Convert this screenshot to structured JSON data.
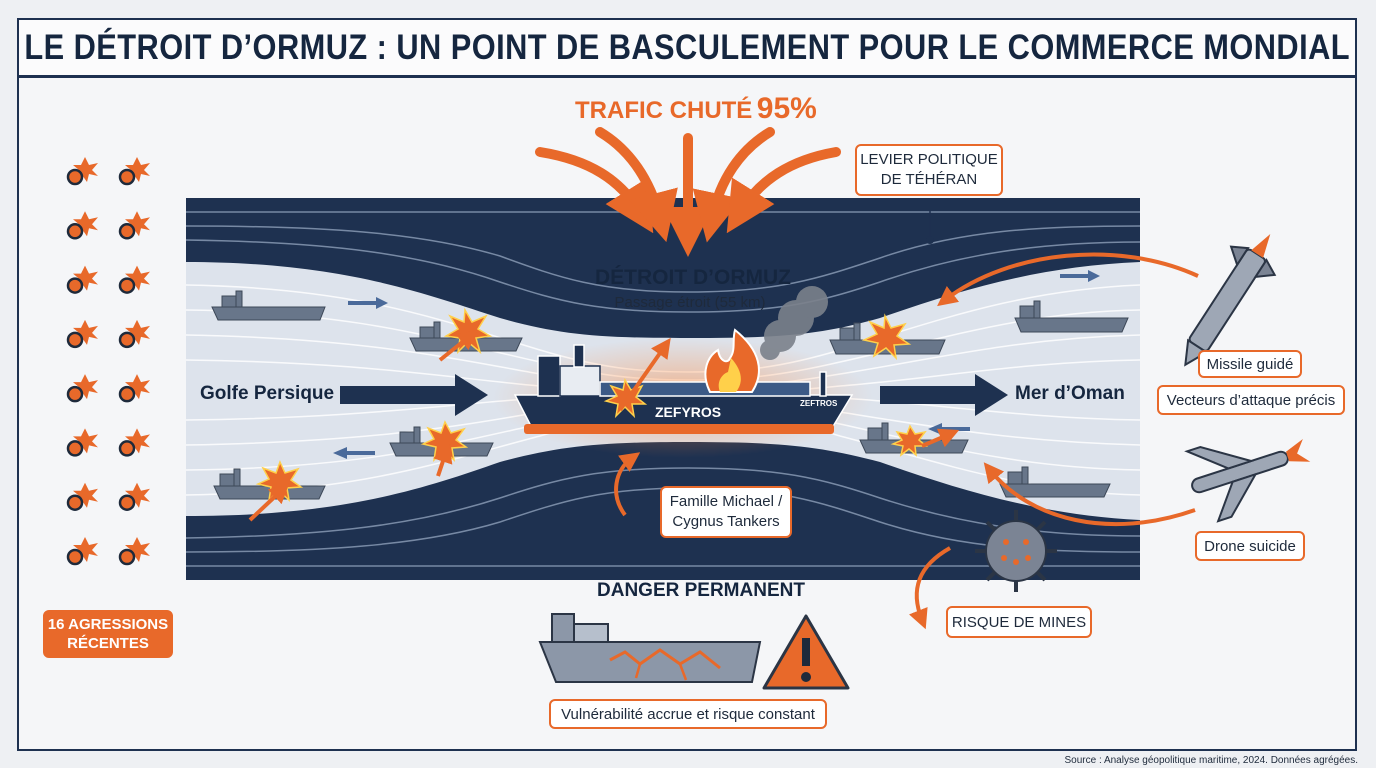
{
  "title": "LE DÉTROIT D’ORMUZ : UN POINT DE BASCULEMENT POUR LE COMMERCE MONDIAL",
  "traffic": {
    "prefix": "TRAFIC CHUTÉ",
    "value": "95%"
  },
  "strait": {
    "name": "DÉTROIT D’ORMUZ",
    "sub": "Passage étroit (55 km)"
  },
  "regions": {
    "west": "Golfe Persique",
    "east": "Mer d’Oman"
  },
  "ship": {
    "name": "ZEFYROS",
    "stern_name": "ZEFTROS"
  },
  "callouts": {
    "lever": [
      "LEVIER POLITIQUE",
      "DE TÉHÉRAN"
    ],
    "family": [
      "Famille Michael /",
      "Cygnus Tankers"
    ],
    "missile": "Missile guidé",
    "vectors": "Vecteurs d’attaque précis",
    "drone": "Drone suicide",
    "mines": "RISQUE DE MINES",
    "vulnerability": "Vulnérabilité accrue et risque constant"
  },
  "danger": "DANGER PERMANENT",
  "aggressions": {
    "count": 16,
    "label_line1": "16 AGRESSIONS",
    "label_line2": "RÉCENTES"
  },
  "source": "Source : Analyse géopolitique maritime, 2024. Données agrégées.",
  "colors": {
    "navy": "#1e3150",
    "orange": "#e8692a",
    "water": "#dde3ec",
    "ship": "#68768a"
  },
  "icons": [
    "explosion-icon",
    "missile-icon",
    "drone-icon",
    "sea-mine-icon",
    "warning-icon",
    "fire-icon",
    "smoke-icon",
    "tanker-icon"
  ]
}
